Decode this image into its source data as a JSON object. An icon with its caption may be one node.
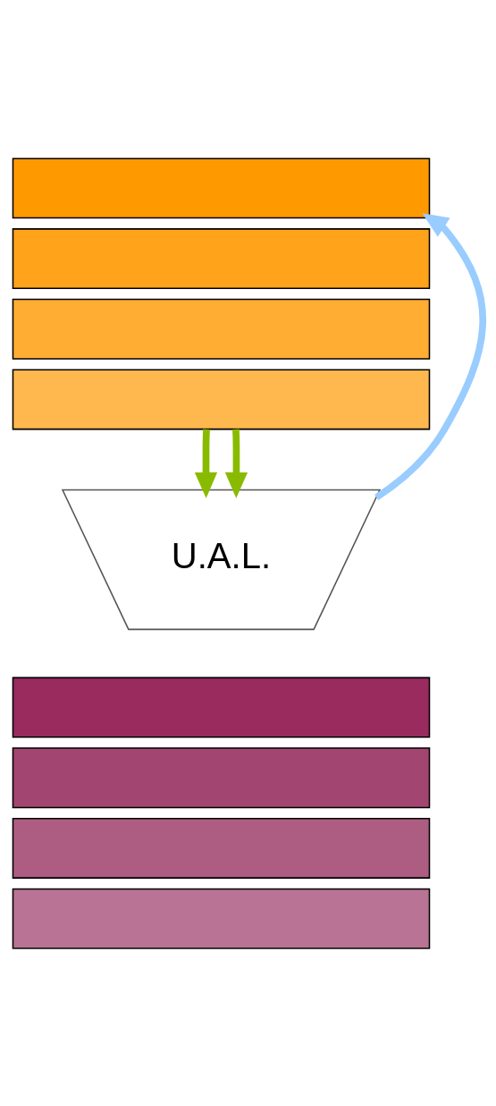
{
  "diagram": {
    "nodes": [
      {
        "text": [],
        "shape": "box"
      },
      {
        "text": [],
        "shape": "box"
      },
      {
        "text": [],
        "shape": "box"
      },
      {
        "text": [],
        "shape": "box"
      },
      {
        "text": [
          "U.A.L."
        ]
      },
      {
        "text": [],
        "shape": "box"
      },
      {
        "text": [],
        "shape": "box"
      },
      {
        "text": [],
        "shape": "box"
      },
      {
        "text": [],
        "shape": "box"
      }
    ],
    "edges": [
      {
        "from": 3,
        "to": 4,
        "arrow": "to"
      },
      {
        "from": 3,
        "to": 4,
        "arrow": "to"
      },
      {
        "from": 4,
        "to": 0,
        "arrow": "to",
        "color": "#99ccff"
      }
    ]
  }
}
